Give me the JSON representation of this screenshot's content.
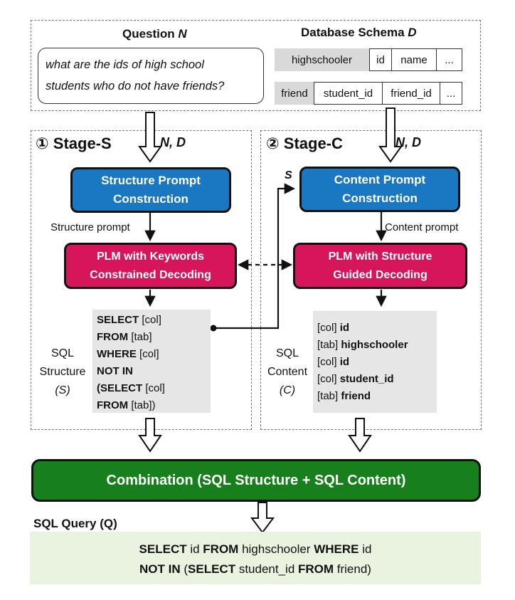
{
  "top": {
    "question_label": "Question",
    "question_symbol": "N",
    "schema_label": "Database Schema",
    "schema_symbol": "D",
    "question_text_line1": "what are the ids of high school",
    "question_text_line2": "students who do not have friends?",
    "table1": {
      "name": "highschooler",
      "cols": [
        "id",
        "name",
        "..."
      ]
    },
    "table2": {
      "name": "friend",
      "cols": [
        "student_id",
        "friend_id",
        "..."
      ]
    }
  },
  "stage_s": {
    "marker": "①",
    "title": "Stage-S",
    "input_label": "N, D",
    "prompt_box_line1": "Structure Prompt",
    "prompt_box_line2": "Construction",
    "prompt_label": "Structure prompt",
    "plm_line1": "PLM with Keywords",
    "plm_line2": "Constrained Decoding",
    "output_label_line1": "SQL",
    "output_label_line2": "Structure",
    "output_label_line3": "(S)",
    "sql_lines": [
      {
        "kw": "SELECT",
        "rest": " [col]"
      },
      {
        "kw": "FROM",
        "rest": " [tab]"
      },
      {
        "kw": "WHERE",
        "rest": " [col]"
      },
      {
        "kw": "NOT IN",
        "rest": ""
      },
      {
        "kw": "(SELECT",
        "rest": " [col]"
      },
      {
        "kw": "FROM",
        "rest": " [tab])"
      }
    ]
  },
  "stage_c": {
    "marker": "②",
    "title": "Stage-C",
    "input_label": "N, D",
    "s_label": "S",
    "prompt_box_line1": "Content Prompt",
    "prompt_box_line2": "Construction",
    "prompt_label": "Content prompt",
    "plm_line1": "PLM with Structure",
    "plm_line2": "Guided Decoding",
    "output_label_line1": "SQL",
    "output_label_line2": "Content",
    "output_label_line3": "(C)",
    "content_lines": [
      {
        "tag": "[col] ",
        "val": "id"
      },
      {
        "tag": "[tab] ",
        "val": "highschooler"
      },
      {
        "tag": "[col] ",
        "val": "id"
      },
      {
        "tag": "[col] ",
        "val": "student_id"
      },
      {
        "tag": "[tab] ",
        "val": "friend"
      }
    ]
  },
  "combination": "Combination (SQL Structure + SQL Content)",
  "query": {
    "label": "SQL Query (Q)",
    "line1": [
      {
        "t": "SELECT",
        "b": true
      },
      {
        "t": " id ",
        "b": false
      },
      {
        "t": "FROM",
        "b": true
      },
      {
        "t": " highschooler ",
        "b": false
      },
      {
        "t": "WHERE",
        "b": true
      },
      {
        "t": " id",
        "b": false
      }
    ],
    "line2": [
      {
        "t": "NOT IN",
        "b": true
      },
      {
        "t": " (",
        "b": false
      },
      {
        "t": "SELECT",
        "b": true
      },
      {
        "t": " student_id ",
        "b": false
      },
      {
        "t": "FROM",
        "b": true
      },
      {
        "t": " friend)",
        "b": false
      }
    ]
  }
}
